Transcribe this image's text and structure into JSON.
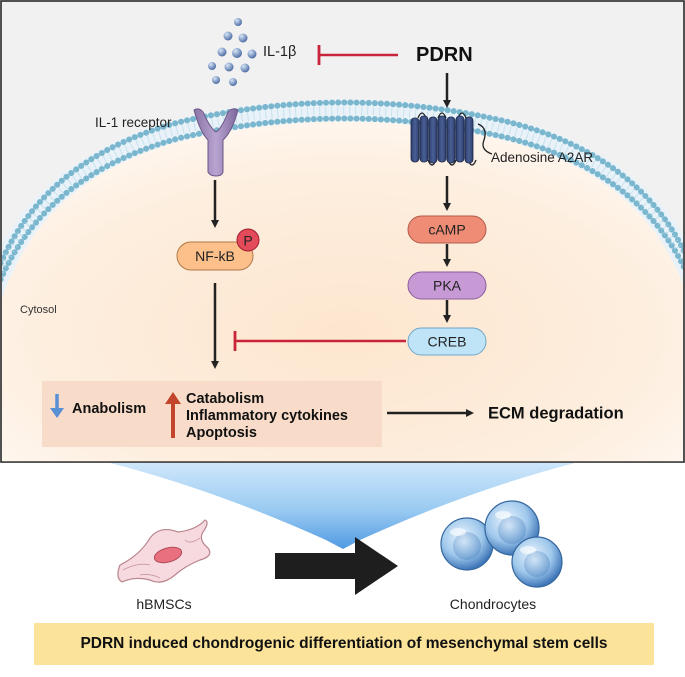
{
  "labels": {
    "il1b": "IL-1β",
    "pdrn": "PDRN",
    "il1_receptor": "IL-1 receptor",
    "a2ar": "Adenosine A2AR",
    "nfkb": "NF-kB",
    "phospho": "P",
    "camp": "cAMP",
    "pka": "PKA",
    "creb": "CREB",
    "cytosol": "Cytosol",
    "anabolism": "Anabolism",
    "catabolism": "Catabolism",
    "inflammatory_cytokines": "Inflammatory cytokines",
    "apoptosis": "Apoptosis",
    "ecm_degradation": "ECM degradation",
    "hbmscs": "hBMSCs",
    "chondrocytes": "Chondrocytes"
  },
  "banner": {
    "text": "PDRN induced chondrogenic differentiation of mesenchymal stem cells"
  },
  "colors": {
    "inhibit": "#c8243a",
    "camp": "#ef8c76",
    "pka": "#c79ad6",
    "creb": "#bfe4f8",
    "nfkb": "#fdc08a",
    "banner": "#fbe49a"
  },
  "icons": {
    "receptor": "il1-receptor-y-icon",
    "gpcr": "a2ar-gpcr-icon",
    "ligand": "il1b-molecules-icon",
    "stem_cell": "hbmsc-cell-icon",
    "chondrocyte": "chondrocyte-cluster-icon"
  }
}
